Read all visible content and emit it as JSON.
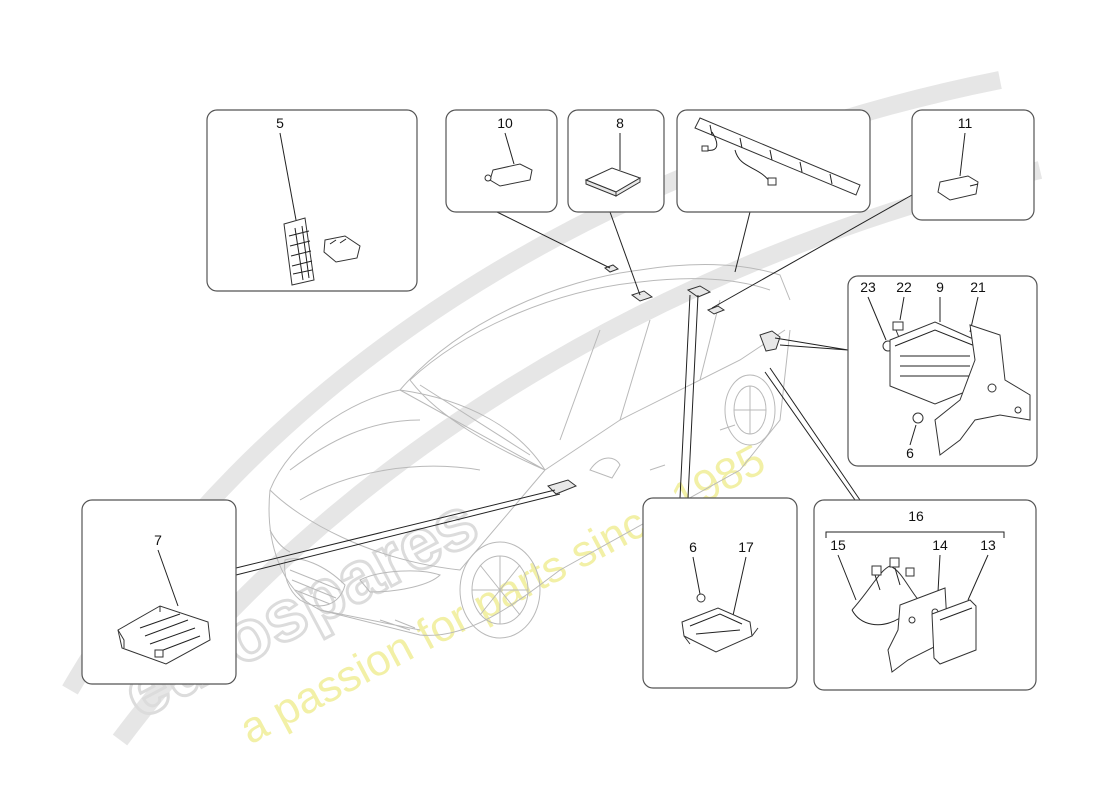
{
  "watermark": {
    "brand": "eurospares",
    "tagline": "a passion for parts since 1985"
  },
  "callouts": {
    "c5": "5",
    "c10": "10",
    "c8": "8",
    "c11": "11",
    "c23": "23",
    "c22": "22",
    "c9": "9",
    "c21": "21",
    "c6a": "6",
    "c7": "7",
    "c6b": "6",
    "c17": "17",
    "c16": "16",
    "c15": "15",
    "c14": "14",
    "c13": "13"
  }
}
